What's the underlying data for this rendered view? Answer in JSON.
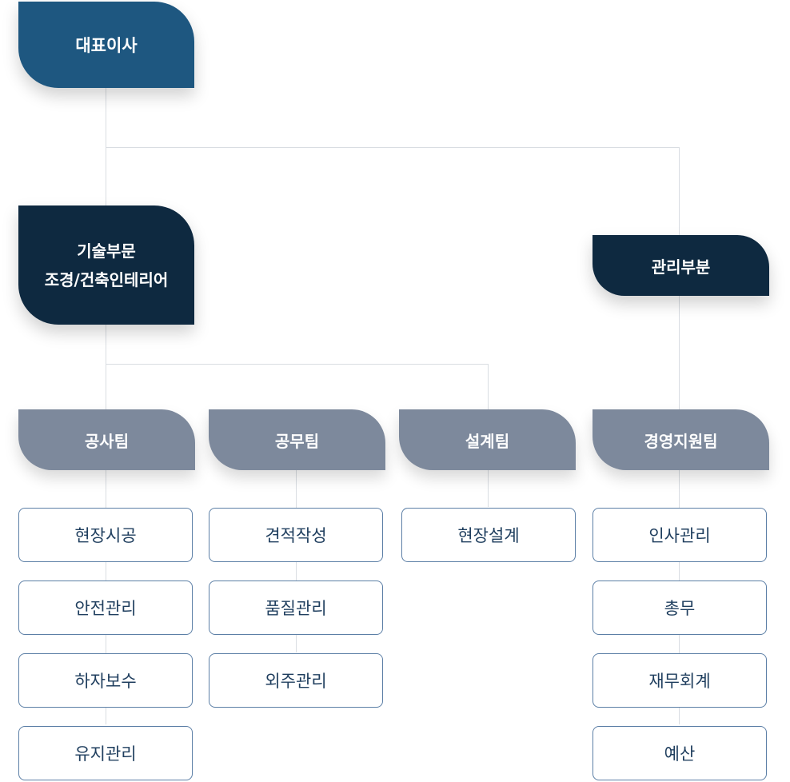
{
  "ceo": {
    "label": "대표이사"
  },
  "departments": {
    "tech": {
      "line1": "기술부문",
      "line2": "조경/건축인테리어"
    },
    "admin": {
      "label": "관리부분"
    }
  },
  "teams": [
    {
      "label": "공사팀",
      "tasks": [
        "현장시공",
        "안전관리",
        "하자보수",
        "유지관리"
      ]
    },
    {
      "label": "공무팀",
      "tasks": [
        "견적작성",
        "품질관리",
        "외주관리"
      ]
    },
    {
      "label": "설계팀",
      "tasks": [
        "현장설계"
      ]
    },
    {
      "label": "경영지원팀",
      "tasks": [
        "인사관리",
        "총무",
        "재무회계",
        "예산"
      ]
    }
  ],
  "colors": {
    "ceo": "#1e5780",
    "department": "#0e2940",
    "team": "#7d899c",
    "task_border": "#5c7fa6",
    "task_text": "#1f3e5e",
    "connector": "#d9dde2"
  }
}
